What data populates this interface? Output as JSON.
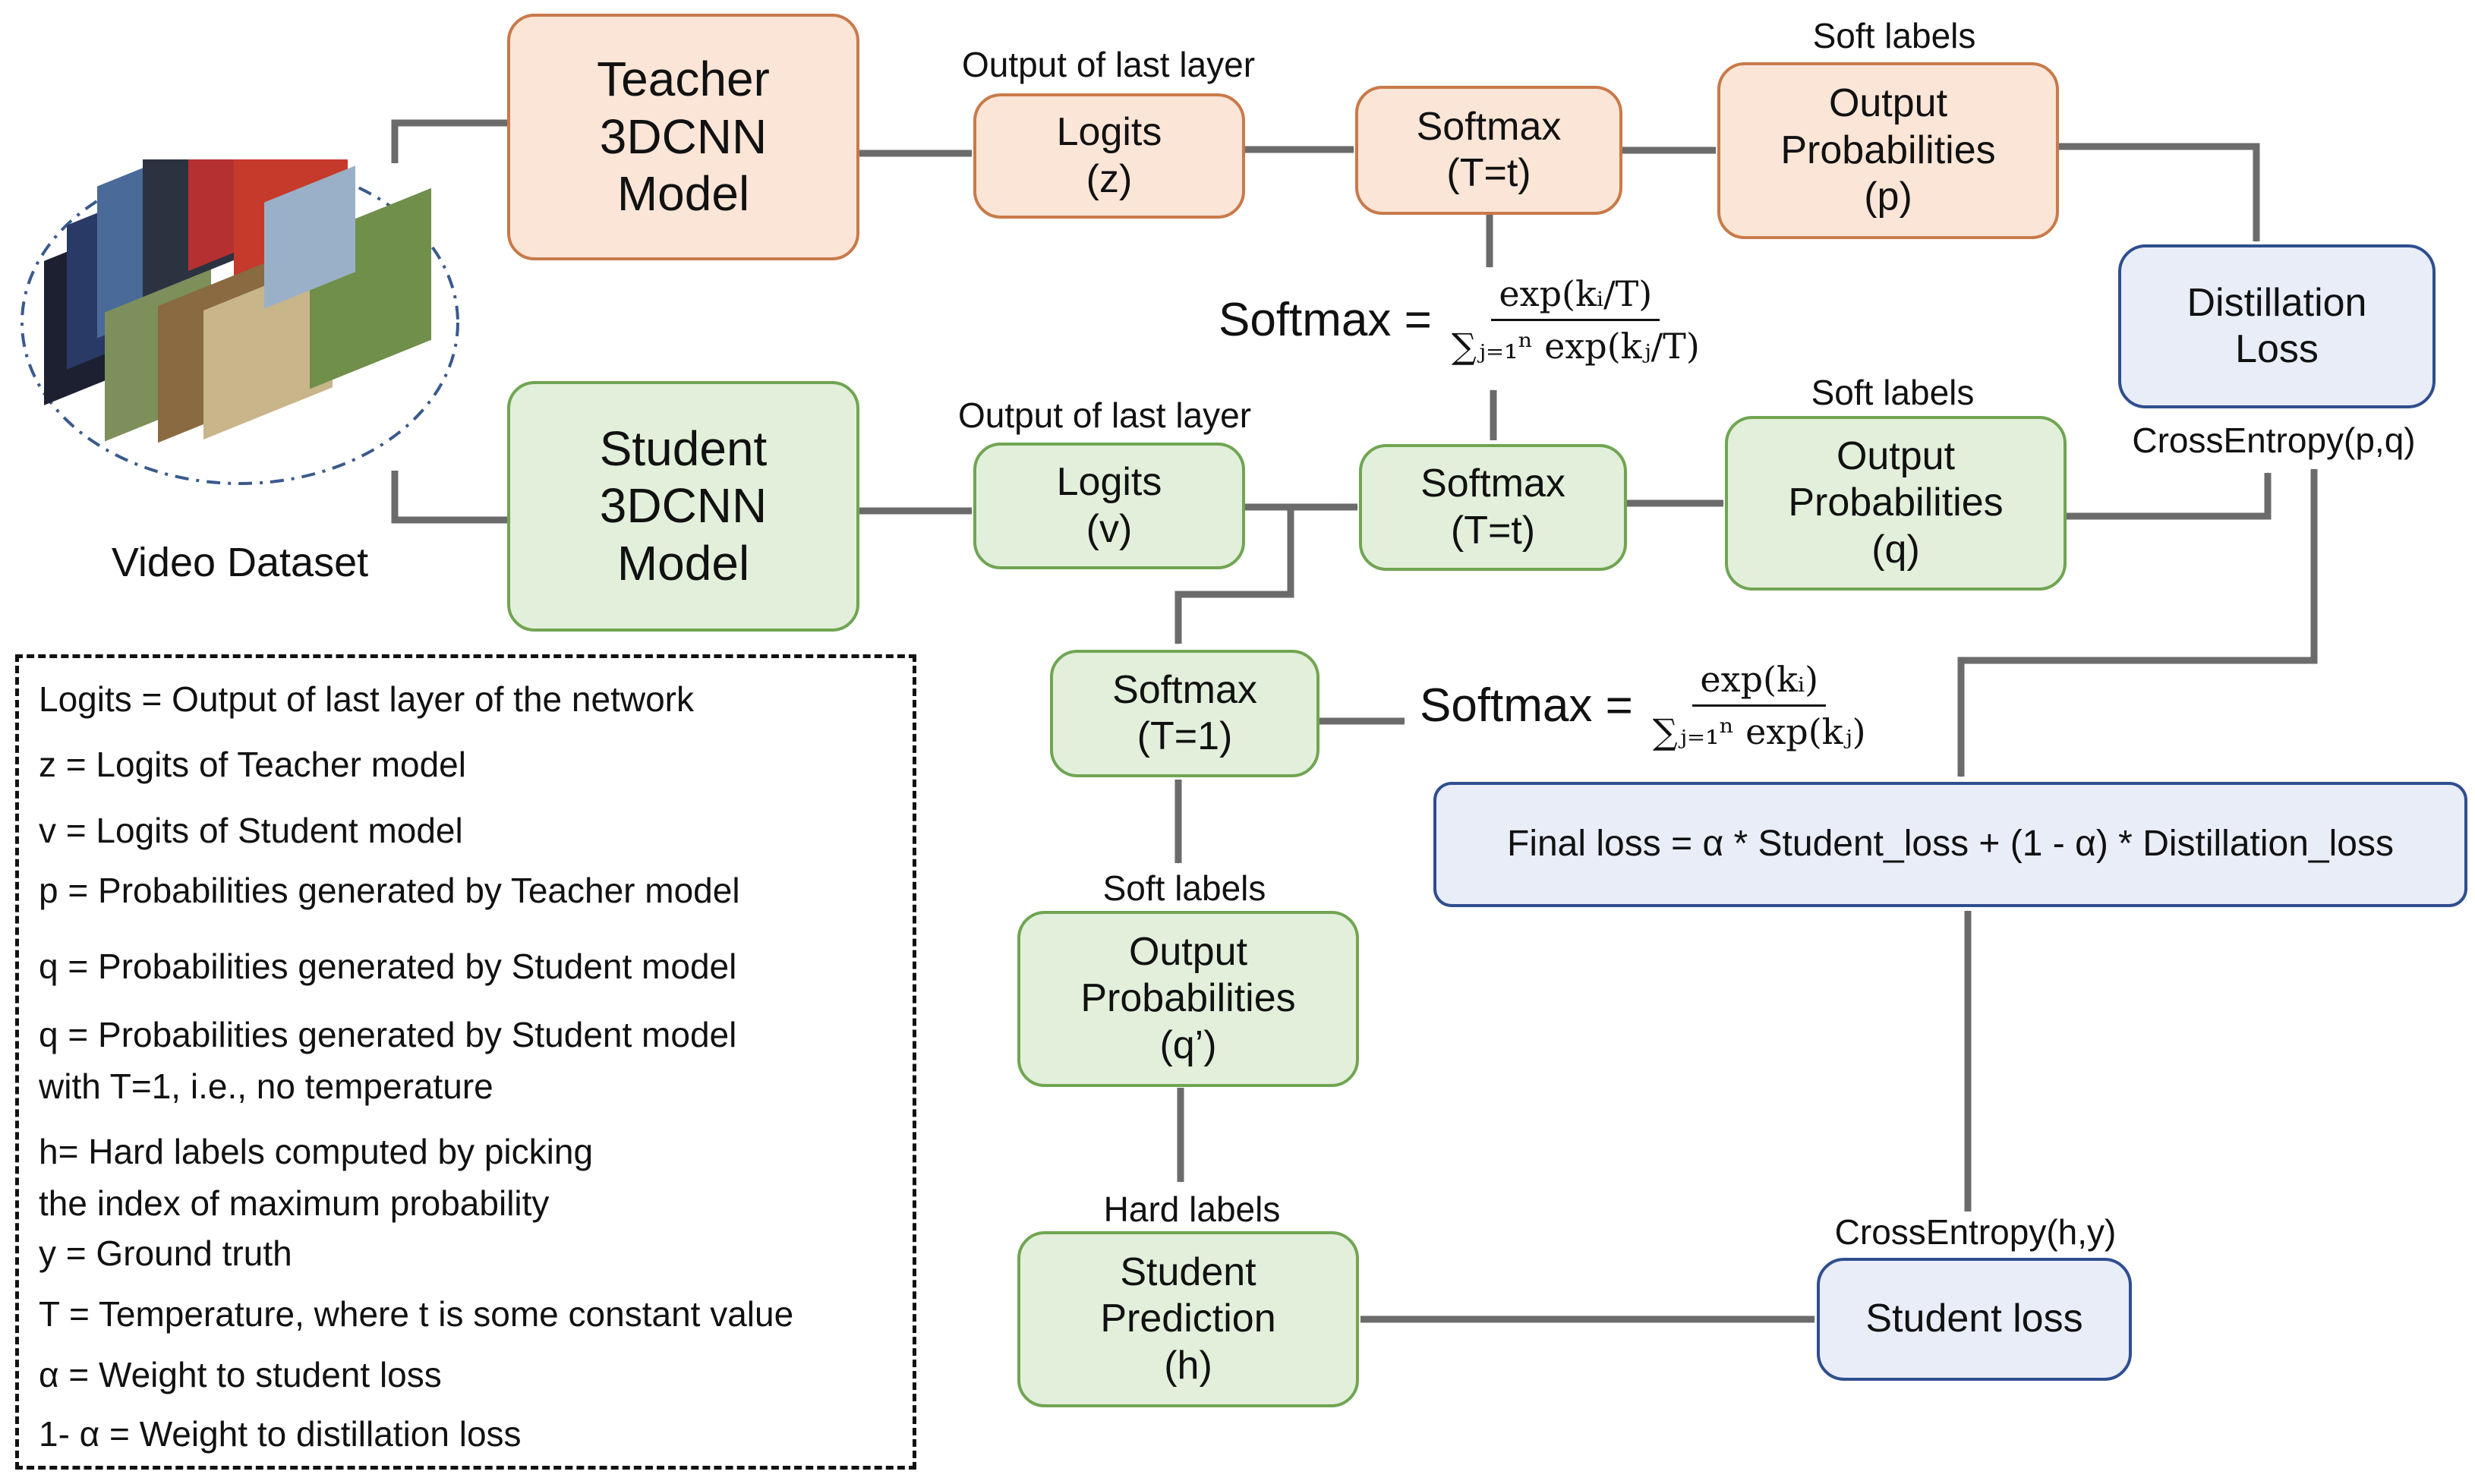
{
  "nodes": {
    "teacher_model": "Teacher\n3DCNN\nModel",
    "student_model": "Student\n3DCNN\nModel",
    "teacher_logits": "Logits\n(z)",
    "student_logits": "Logits\n(v)",
    "teacher_softmax": "Softmax\n(T=t)",
    "student_softmax": "Softmax\n(T=t)",
    "student_softmax_t1": "Softmax\n(T=1)",
    "teacher_probs": "Output\nProbabilities\n(p)",
    "student_probs": "Output\nProbabilities\n(q)",
    "student_probs_t1": "Output\nProbabilities\n(q’)",
    "student_prediction": "Student\nPrediction\n(h)",
    "distillation_loss": "Distillation\nLoss",
    "student_loss": "Student loss",
    "final_loss": "Final loss = α * Student_loss + (1 - α) * Distillation_loss"
  },
  "captions": {
    "teacher_output_of_last_layer": "Output of last layer",
    "student_output_of_last_layer": "Output of last layer",
    "teacher_soft_labels": "Soft labels",
    "student_soft_labels": "Soft labels",
    "t1_soft_labels": "Soft labels",
    "hard_labels": "Hard labels",
    "crossentropy_pq": "CrossEntropy(p,q)",
    "crossentropy_hy": "CrossEntropy(h,y)",
    "video_dataset": "Video Dataset"
  },
  "formulas": {
    "temperature_softmax": {
      "lhs": "Softmax =",
      "numerator": "exp(kᵢ/T)",
      "denominator": "∑ⱼ₌₁ⁿ exp(kⱼ/T)"
    },
    "plain_softmax": {
      "lhs": "Softmax =",
      "numerator": "exp(kᵢ)",
      "denominator": "∑ⱼ₌₁ⁿ exp(kⱼ)"
    }
  },
  "legend": [
    "Logits = Output of last layer of the network",
    "z = Logits of Teacher model",
    "v = Logits of Student model",
    "p = Probabilities generated by Teacher model",
    "q = Probabilities generated by Student model",
    "q = Probabilities generated by Student model",
    "with T=1, i.e., no temperature",
    "h= Hard labels computed by picking",
    "the index of maximum probability",
    "y = Ground truth",
    "T = Temperature, where t is some constant value",
    "α = Weight to student loss",
    "1- α = Weight to distillation loss"
  ],
  "colors": {
    "teacher_fill": "#fbe5d6",
    "teacher_border": "#c87a4a",
    "student_fill": "#e2efda",
    "student_border": "#70a552",
    "loss_fill": "#e9edf8",
    "loss_border": "#2f4e8f",
    "arrow": "#6b6b6b"
  }
}
